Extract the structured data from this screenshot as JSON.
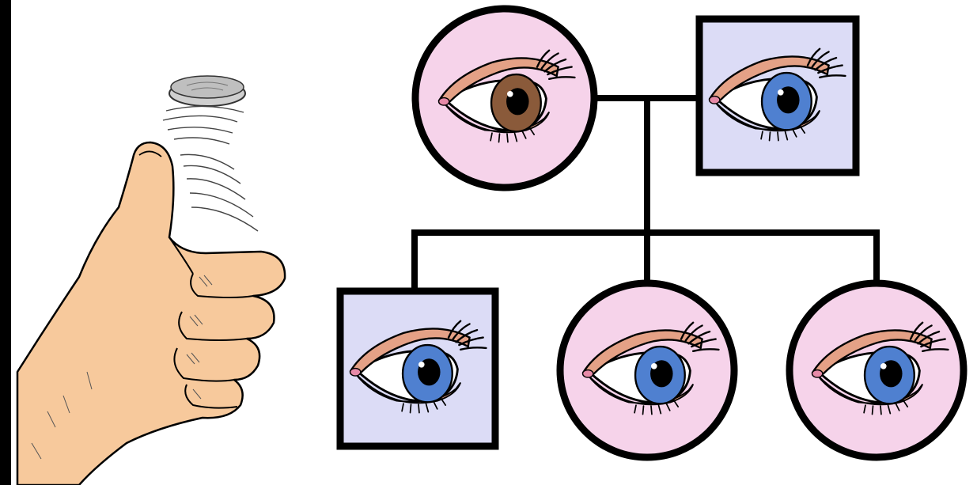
{
  "colors": {
    "female_fill": "#f6d3ea",
    "male_fill": "#dcdcf6",
    "outline": "#000000",
    "skin": "#f7c99c",
    "eyelid": "#e4a186",
    "iris_brown": "#8a5a3a",
    "iris_blue": "#4f80d0",
    "coin": "#bfbfbf"
  },
  "illustrations": {
    "hand": "thumb-flipping-coin",
    "coin": "coin-in-air"
  },
  "pedigree": {
    "parents": [
      {
        "sex": "female",
        "eye_color": "brown"
      },
      {
        "sex": "male",
        "eye_color": "blue"
      }
    ],
    "children": [
      {
        "sex": "male",
        "eye_color": "blue"
      },
      {
        "sex": "female",
        "eye_color": "blue"
      },
      {
        "sex": "female",
        "eye_color": "blue"
      }
    ]
  }
}
